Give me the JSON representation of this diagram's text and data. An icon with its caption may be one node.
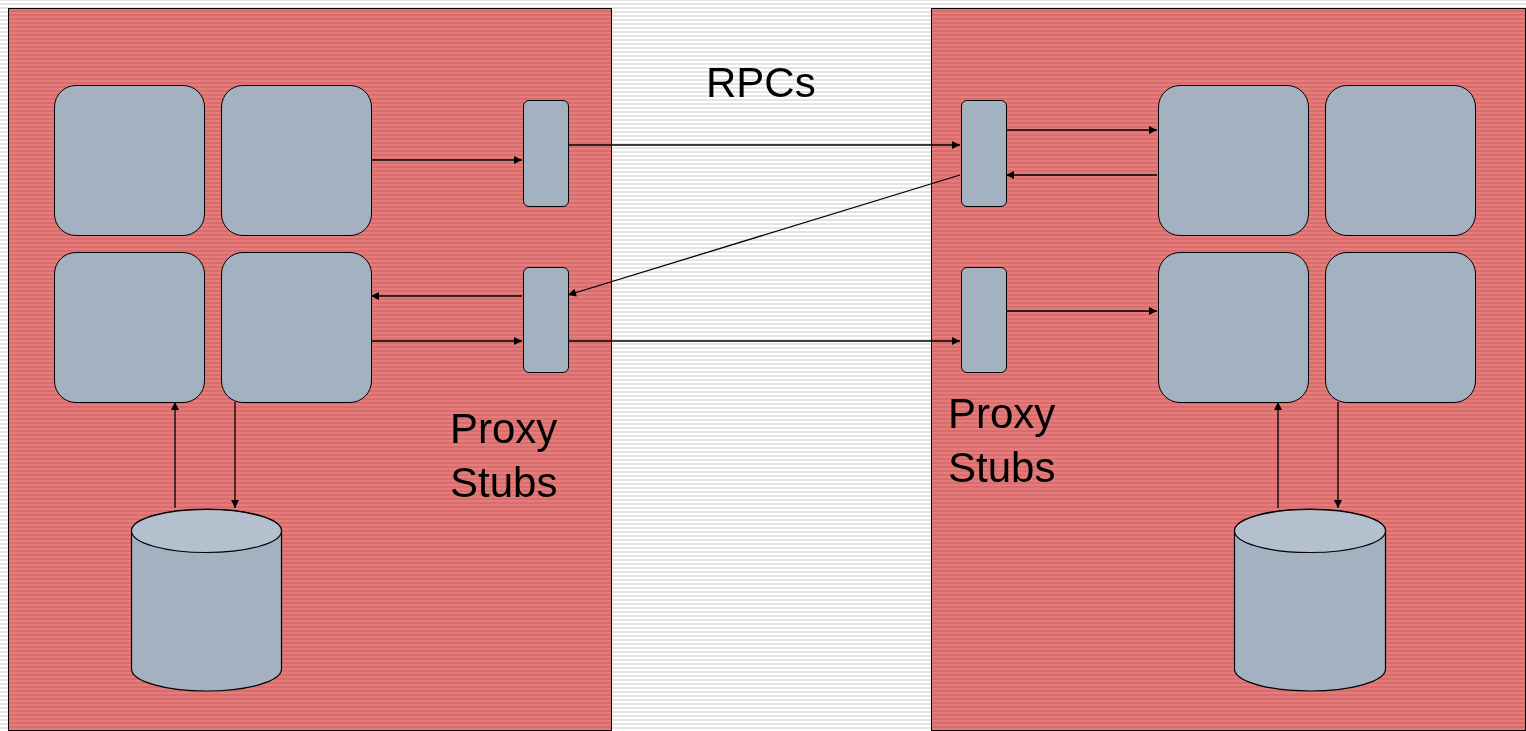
{
  "diagram": {
    "nodes": [
      {
        "text": [],
        "shape": "box"
      },
      {
        "text": [],
        "shape": "box",
        "in": 0
      },
      {
        "text": [],
        "shape": "box",
        "in": 0
      },
      {
        "text": [],
        "shape": "box",
        "in": 0
      },
      {
        "text": [],
        "shape": "box",
        "in": 0
      },
      {
        "text": [],
        "shape": "bar",
        "in": 0
      },
      {
        "text": [],
        "shape": "bar",
        "in": 0
      },
      {
        "text": [],
        "shape": "cylinder",
        "in": 0
      },
      {
        "text": [],
        "shape": "box"
      },
      {
        "text": [],
        "shape": "bar",
        "in": 8
      },
      {
        "text": [],
        "shape": "bar",
        "in": 8
      },
      {
        "text": [],
        "shape": "box",
        "in": 8
      },
      {
        "text": [],
        "shape": "box",
        "in": 8
      },
      {
        "text": [],
        "shape": "box",
        "in": 8
      },
      {
        "text": [],
        "shape": "box",
        "in": 8
      },
      {
        "text": [],
        "shape": "cylinder",
        "in": 8
      }
    ],
    "edges": [
      {
        "from": 2,
        "to": 5,
        "arrow": "to"
      },
      {
        "from": 6,
        "to": 4,
        "arrow": "to"
      },
      {
        "from": 4,
        "to": 6,
        "arrow": "to"
      },
      {
        "from": 7,
        "to": 3,
        "arrow": "to"
      },
      {
        "from": 4,
        "to": 7,
        "arrow": "to"
      },
      {
        "from": 5,
        "to": 9,
        "arrow": "to"
      },
      {
        "from": 9,
        "to": 6,
        "arrow": "to"
      },
      {
        "from": 6,
        "to": 10,
        "arrow": "to"
      },
      {
        "from": 9,
        "to": 11,
        "arrow": "to"
      },
      {
        "from": 11,
        "to": 9,
        "arrow": "to"
      },
      {
        "from": 10,
        "to": 13,
        "arrow": "to"
      },
      {
        "from": 15,
        "to": 13,
        "arrow": "to"
      },
      {
        "from": 14,
        "to": 15,
        "arrow": "to"
      }
    ],
    "labels": [
      "RPCs",
      "Proxy Stubs",
      "Proxy Stubs"
    ]
  }
}
